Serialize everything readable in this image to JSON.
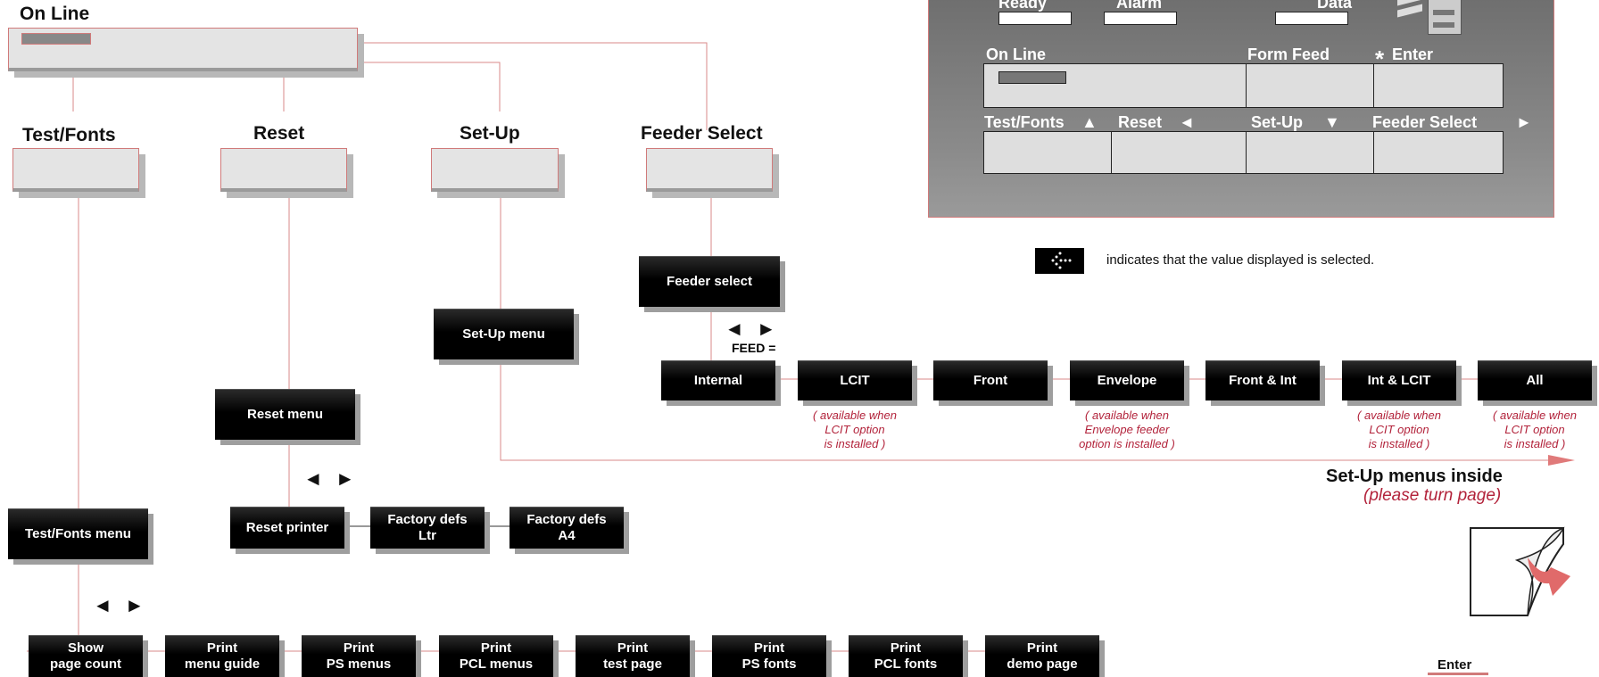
{
  "panel": {
    "leds": [
      "Ready",
      "Alarm",
      "Data"
    ],
    "row1": {
      "online": "On Line",
      "formfeed": "Form Feed",
      "enter_star": "*",
      "enter": "Enter"
    },
    "row2": {
      "testfonts": "Test/Fonts",
      "reset": "Reset",
      "setup": "Set-Up",
      "feeder": "Feeder Select"
    },
    "arrows": {
      "up": "▲",
      "left": "◄",
      "down": "▼",
      "right": "►"
    }
  },
  "legend": {
    "text": "indicates that the value displayed is selected."
  },
  "online": {
    "label": "On Line"
  },
  "keys": {
    "testfonts": "Test/Fonts",
    "reset": "Reset",
    "setup": "Set-Up",
    "feeder": "Feeder Select"
  },
  "menus": {
    "feeder_select": "Feeder select",
    "setup_menu": "Set-Up menu",
    "reset_menu": "Reset menu",
    "testfonts_menu": "Test/Fonts menu"
  },
  "nav_arrows": "◄ ►",
  "feed": {
    "label": "FEED =",
    "options": [
      "Internal",
      "LCIT",
      "Front",
      "Envelope",
      "Front & Int",
      "Int & LCIT",
      "All"
    ],
    "notes": {
      "lcit": "( available when\nLCIT option\nis installed )",
      "envelope": "( available when\nEnvelope feeder\noption is installed )",
      "int_lcit": "( available when\nLCIT option\nis installed )",
      "all": "( available when\nLCIT option\nis installed )"
    }
  },
  "setup_inside": {
    "title": "Set-Up menus inside",
    "subtitle": "(please turn page)"
  },
  "reset_items": [
    {
      "line1": "Reset printer",
      "line2": ""
    },
    {
      "line1": "Factory defs",
      "line2": "Ltr"
    },
    {
      "line1": "Factory defs",
      "line2": "A4"
    }
  ],
  "test_items": [
    {
      "line1": "Show",
      "line2": "page count"
    },
    {
      "line1": "Print",
      "line2": "menu guide"
    },
    {
      "line1": "Print",
      "line2": "PS menus"
    },
    {
      "line1": "Print",
      "line2": "PCL menus"
    },
    {
      "line1": "Print",
      "line2": "test page"
    },
    {
      "line1": "Print",
      "line2": "PS fonts"
    },
    {
      "line1": "Print",
      "line2": "PCL fonts"
    },
    {
      "line1": "Print",
      "line2": "demo page"
    }
  ],
  "enter_bottom": "Enter",
  "colors": {
    "line": "#d07a7a",
    "note": "#b2223a",
    "block": "#000000"
  }
}
